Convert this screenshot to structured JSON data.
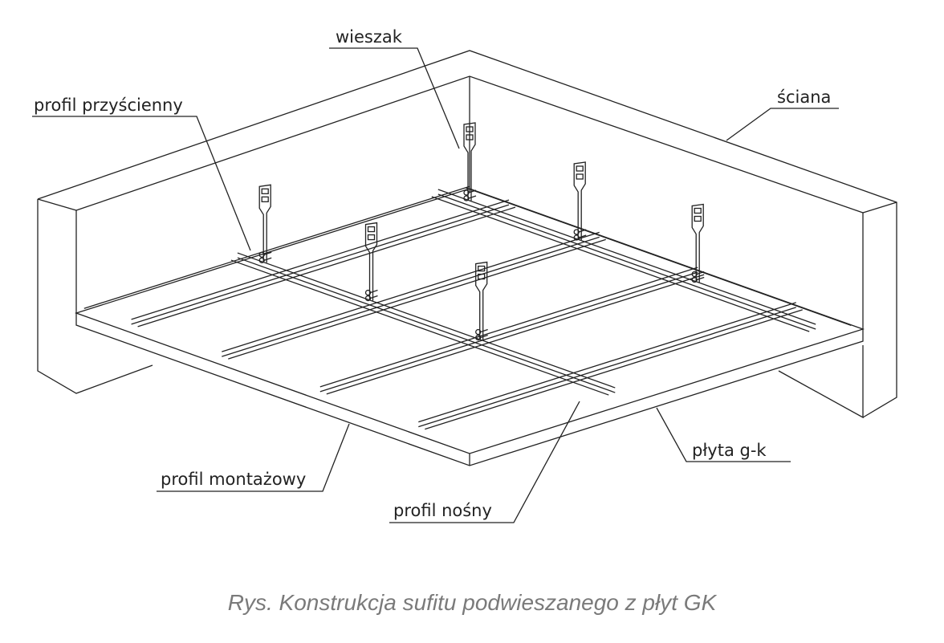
{
  "labels": {
    "hanger": "wieszak",
    "wall_profile": "profil przyścienny",
    "wall": "ściana",
    "board": "płyta g-k",
    "mounting_profile": "profil montażowy",
    "carrying_profile": "profil nośny"
  },
  "caption": "Rys. Konstrukcja sufitu podwieszanego z płyt GK",
  "colors": {
    "lines": "#222222",
    "caption": "#7a7a7a"
  }
}
